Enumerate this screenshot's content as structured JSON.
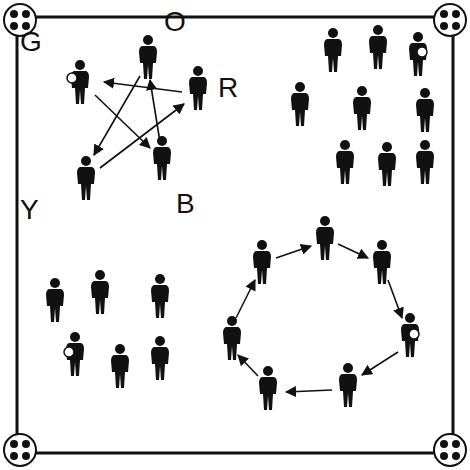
{
  "diagram": {
    "labels": [
      "G",
      "O",
      "R",
      "B",
      "Y"
    ]
  }
}
